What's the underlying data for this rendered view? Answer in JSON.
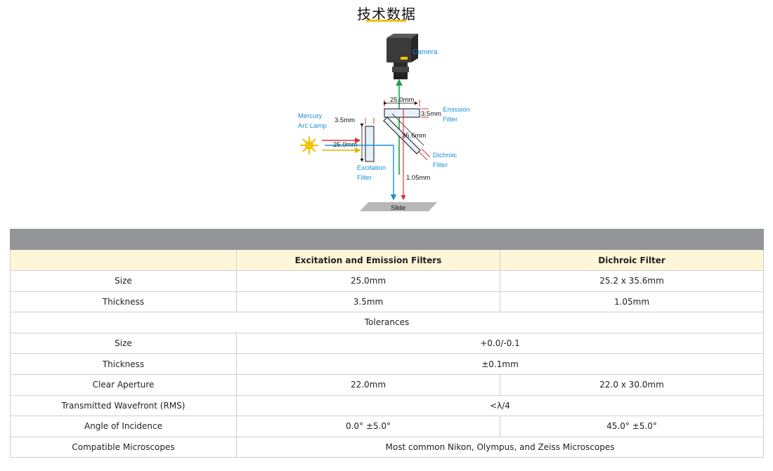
{
  "page_title": "技术数据",
  "colors": {
    "accent": "#f2c100",
    "header_bar": "#939598",
    "header_row_bg": "#fff6d9"
  },
  "diagram": {
    "labels": {
      "camera": "Camera",
      "emission_1": "Emission",
      "emission_2": "Filter",
      "dichroic_1": "Dichroic",
      "dichroic_2": "Filter",
      "excitation_1": "Excitation",
      "excitation_2": "Filter",
      "lamp_1": "Mercury",
      "lamp_2": "Arc Lamp",
      "slide": "Slide"
    },
    "dimensions": {
      "emission_width": "25.0mm",
      "emission_thickness": "3.5mm",
      "excitation_thickness": "3.5mm",
      "excitation_width": "25.0mm",
      "dichroic_length": "35.6mm",
      "dichroic_thickness": "1.05mm"
    }
  },
  "table": {
    "headers": [
      "",
      "Excitation and Emission Filters",
      "Dichroic Filter"
    ],
    "rows": {
      "size": [
        "Size",
        "25.0mm",
        "25.2 x 35.6mm"
      ],
      "thickness": [
        "Thickness",
        "3.5mm",
        "1.05mm"
      ],
      "tolerances": "Tolerances",
      "tol_size": [
        "Size",
        "+0.0/-0.1"
      ],
      "tol_thickness": [
        "Thickness",
        "±0.1mm"
      ],
      "clear_aperture": [
        "Clear Aperture",
        "22.0mm",
        "22.0 x 30.0mm"
      ],
      "wavefront": [
        "Transmitted Wavefront (RMS)",
        "<λ/4"
      ],
      "aoi": [
        "Angle of Incidence",
        "0.0° ±5.0°",
        "45.0° ±5.0°"
      ],
      "microscopes": [
        "Compatible Microscopes",
        "Most common Nikon, Olympus, and Zeiss Microscopes"
      ]
    }
  }
}
